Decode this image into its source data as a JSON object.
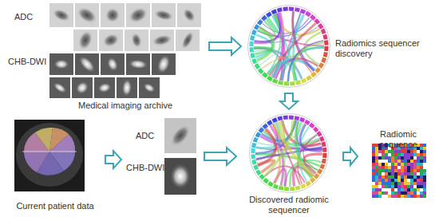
{
  "diagram": {
    "nodes": [
      {
        "text": [
          "ADC",
          "CHB-DWI",
          "Medical imaging archive"
        ]
      },
      {
        "text": [
          "Radiomics sequencer discovery"
        ]
      },
      {
        "text": [
          "Current patient data"
        ]
      },
      {
        "text": [
          "ADC",
          "CHB-DWI"
        ]
      },
      {
        "text": [
          "Discovered radiomic sequencer"
        ]
      },
      {
        "text": [
          "Radiomic sequence"
        ]
      }
    ],
    "edges": [
      {
        "from": 0,
        "to": 1,
        "arrow": "to"
      },
      {
        "from": 1,
        "to": 4,
        "arrow": "to"
      },
      {
        "from": 2,
        "to": 3,
        "arrow": "to"
      },
      {
        "from": 3,
        "to": 4,
        "arrow": "to"
      },
      {
        "from": 4,
        "to": 5,
        "arrow": "to"
      }
    ]
  }
}
